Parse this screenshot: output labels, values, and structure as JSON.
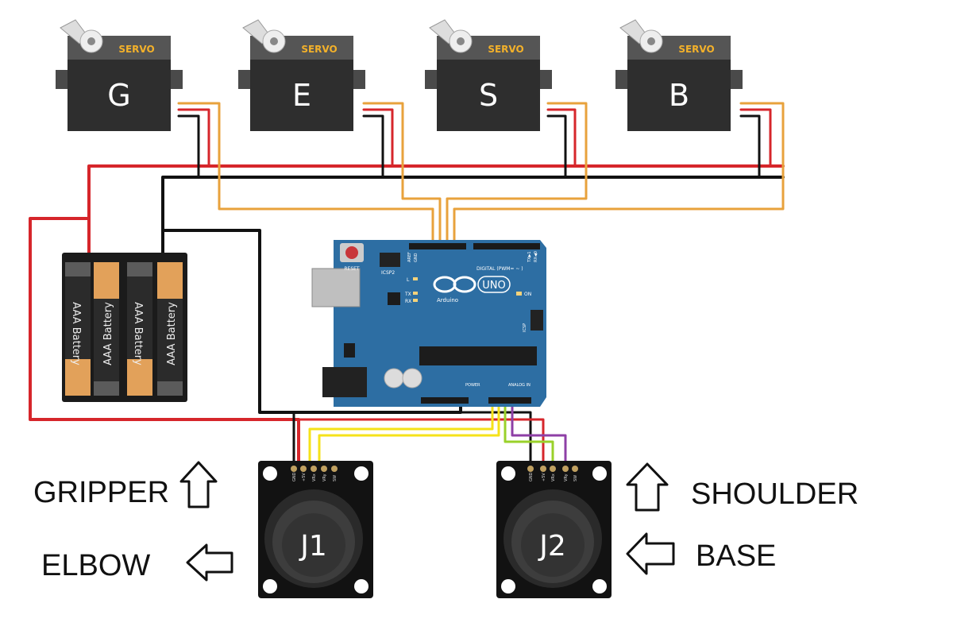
{
  "colors": {
    "vcc_wire": "#d6262b",
    "gnd_wire": "#111111",
    "signal_wire": "#e8a23c",
    "joy_x_wire": "#f5e21a",
    "joy_y_wire": "#9ad12a",
    "joy_alt_wire": "#8e3fa6",
    "board": "#2d6ea3",
    "servo_body": "#3a3a3a",
    "servo_label": "#f3b12a"
  },
  "servos": [
    {
      "letter": "G",
      "brand": "SERVO"
    },
    {
      "letter": "E",
      "brand": "SERVO"
    },
    {
      "letter": "S",
      "brand": "SERVO"
    },
    {
      "letter": "B",
      "brand": "SERVO"
    }
  ],
  "battery": {
    "label": "AAA Battery",
    "cell_count": 4
  },
  "arduino": {
    "brand": "Arduino",
    "model": "UNO",
    "reset_label": "RESET",
    "icsp2_label": "ICSP2",
    "icsp_label": "ICSP",
    "digital_label": "DIGITAL (PWM= ~ )",
    "power_label": "POWER",
    "analog_label": "ANALOG IN",
    "on_label": "ON",
    "l_label": "L",
    "tx_label": "TX",
    "rx_label": "RX",
    "aref_label": "AREF",
    "gnd_label": "GND",
    "txd_label": "TX▶1",
    "rxd_label": "RX◀0"
  },
  "joysticks": [
    {
      "label": "J1",
      "pins": [
        "GND",
        "+5V",
        "VRx",
        "VRy",
        "SW"
      ]
    },
    {
      "label": "J2",
      "pins": [
        "GND",
        "+5V",
        "VRx",
        "VRy",
        "SW"
      ]
    }
  ],
  "directions": {
    "gripper": "GRIPPER",
    "elbow": "ELBOW",
    "shoulder": "SHOULDER",
    "base": "BASE"
  },
  "icons": [
    "arrow-up-icon",
    "arrow-left-icon",
    "arduino-infinity-logo"
  ]
}
